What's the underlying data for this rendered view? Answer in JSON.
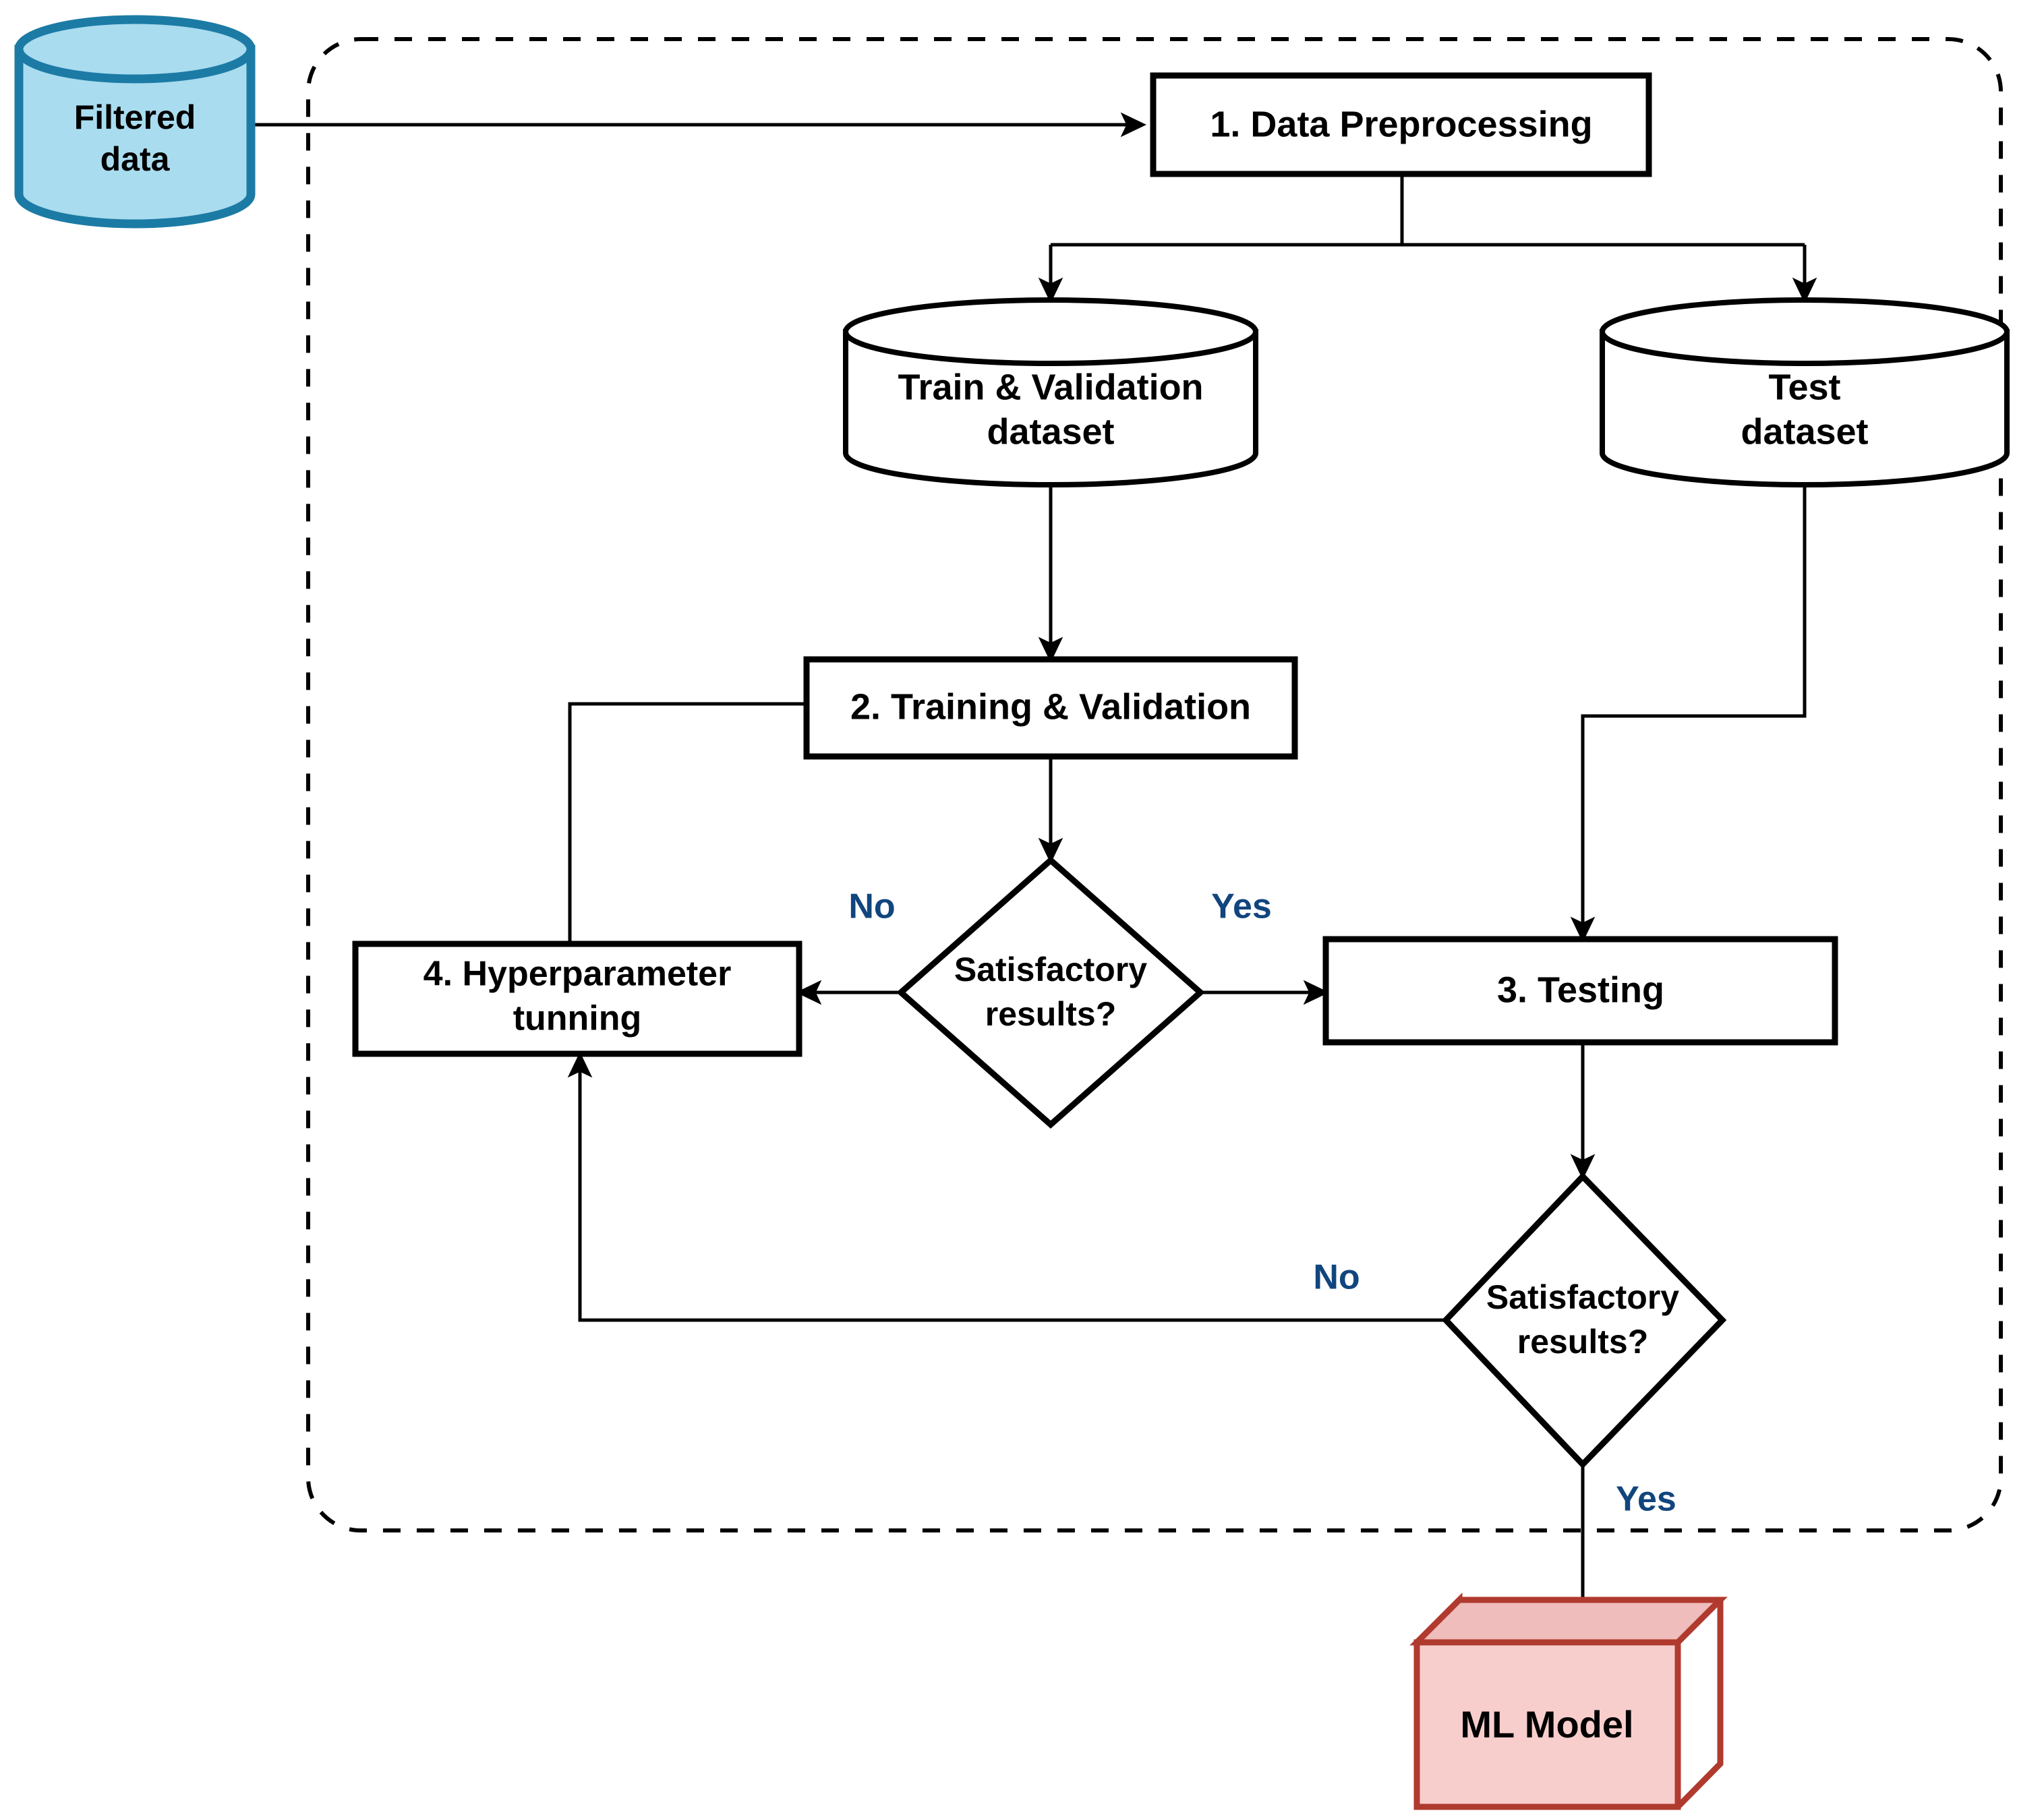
{
  "diagram": {
    "title": "Machine learning pipeline flowchart",
    "colors": {
      "source_fill": "#A9DCEF",
      "source_stroke": "#1C7BA5",
      "model_fill": "#F8CECC",
      "model_fill_top": "#EFBDBB",
      "model_fill_side": "#E0ADAA",
      "model_stroke": "#B03A2E",
      "branch_text": "#11457E",
      "line": "#000000",
      "node_fill": "#FFFFFF"
    },
    "container": {
      "name": "ml-pipeline-boundary",
      "style": "dashed-rounded-rectangle"
    },
    "nodes": {
      "filtered_data": {
        "label_line1": "Filtered",
        "label_line2": "data",
        "shape": "cylinder"
      },
      "data_preprocessing": {
        "label": "1. Data Preprocessing",
        "shape": "process"
      },
      "train_val_dataset": {
        "label_line1": "Train & Validation",
        "label_line2": "dataset",
        "shape": "cylinder"
      },
      "test_dataset": {
        "label_line1": "Test",
        "label_line2": "dataset",
        "shape": "cylinder"
      },
      "training_validation": {
        "label": "2. Training & Validation",
        "shape": "process"
      },
      "decision_one": {
        "label_line1": "Satisfactory",
        "label_line2": "results?",
        "shape": "decision"
      },
      "hyperparameter_tuning": {
        "label_line1": "4. Hyperparameter",
        "label_line2": "tunning",
        "shape": "process"
      },
      "testing": {
        "label": "3. Testing",
        "shape": "process"
      },
      "decision_two": {
        "label_line1": "Satisfactory",
        "label_line2": "results?",
        "shape": "decision"
      },
      "ml_model": {
        "label": "ML Model",
        "shape": "cube-3d"
      }
    },
    "branch_labels": {
      "d1_no": "No",
      "d1_yes": "Yes",
      "d2_no": "No",
      "d2_yes": "Yes"
    }
  }
}
